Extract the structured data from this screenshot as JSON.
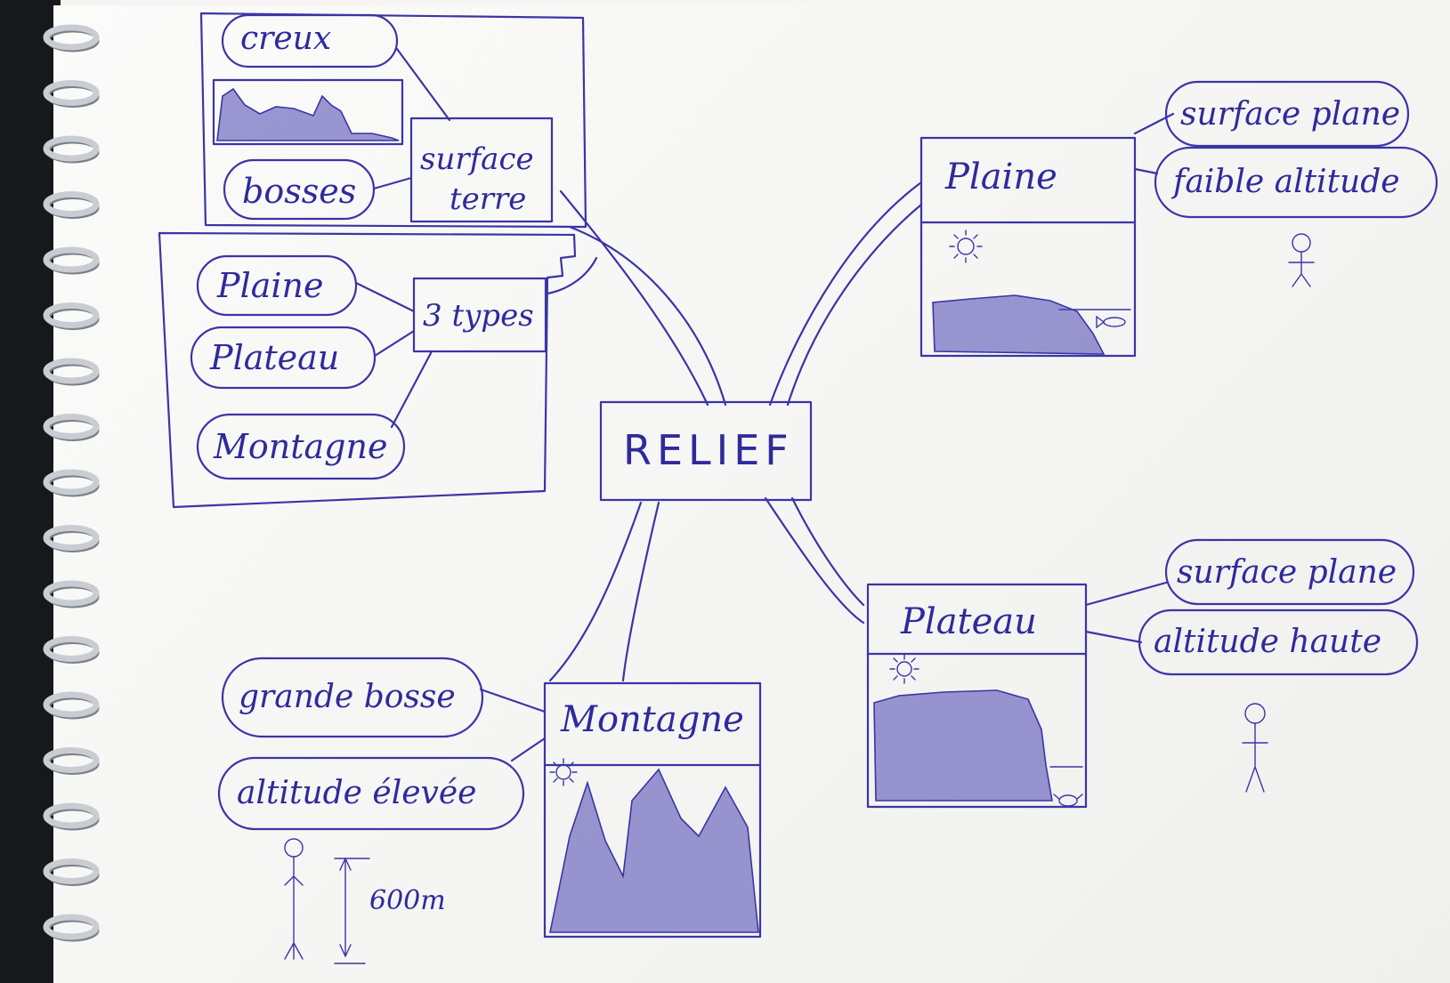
{
  "diagram": {
    "center": "RELIEF",
    "top_left_box": {
      "hub": [
        "surface",
        "terre"
      ],
      "items": [
        "creux",
        "bosses"
      ]
    },
    "types_box": {
      "hub": "3 types",
      "items": [
        "Plaine",
        "Plateau",
        "Montagne"
      ]
    },
    "plaine": {
      "title": "Plaine",
      "items": [
        "surface plane",
        "faible altitude"
      ]
    },
    "plateau": {
      "title": "Plateau",
      "items": [
        "surface plane",
        "altitude haute"
      ]
    },
    "montagne": {
      "title": "Montagne",
      "items": [
        "grande bosse",
        "altitude élevée"
      ],
      "height_label": "600m"
    }
  },
  "colors": {
    "ink": "#3b35a6",
    "paper": "#f6f5f3",
    "binding": "#16181b"
  }
}
